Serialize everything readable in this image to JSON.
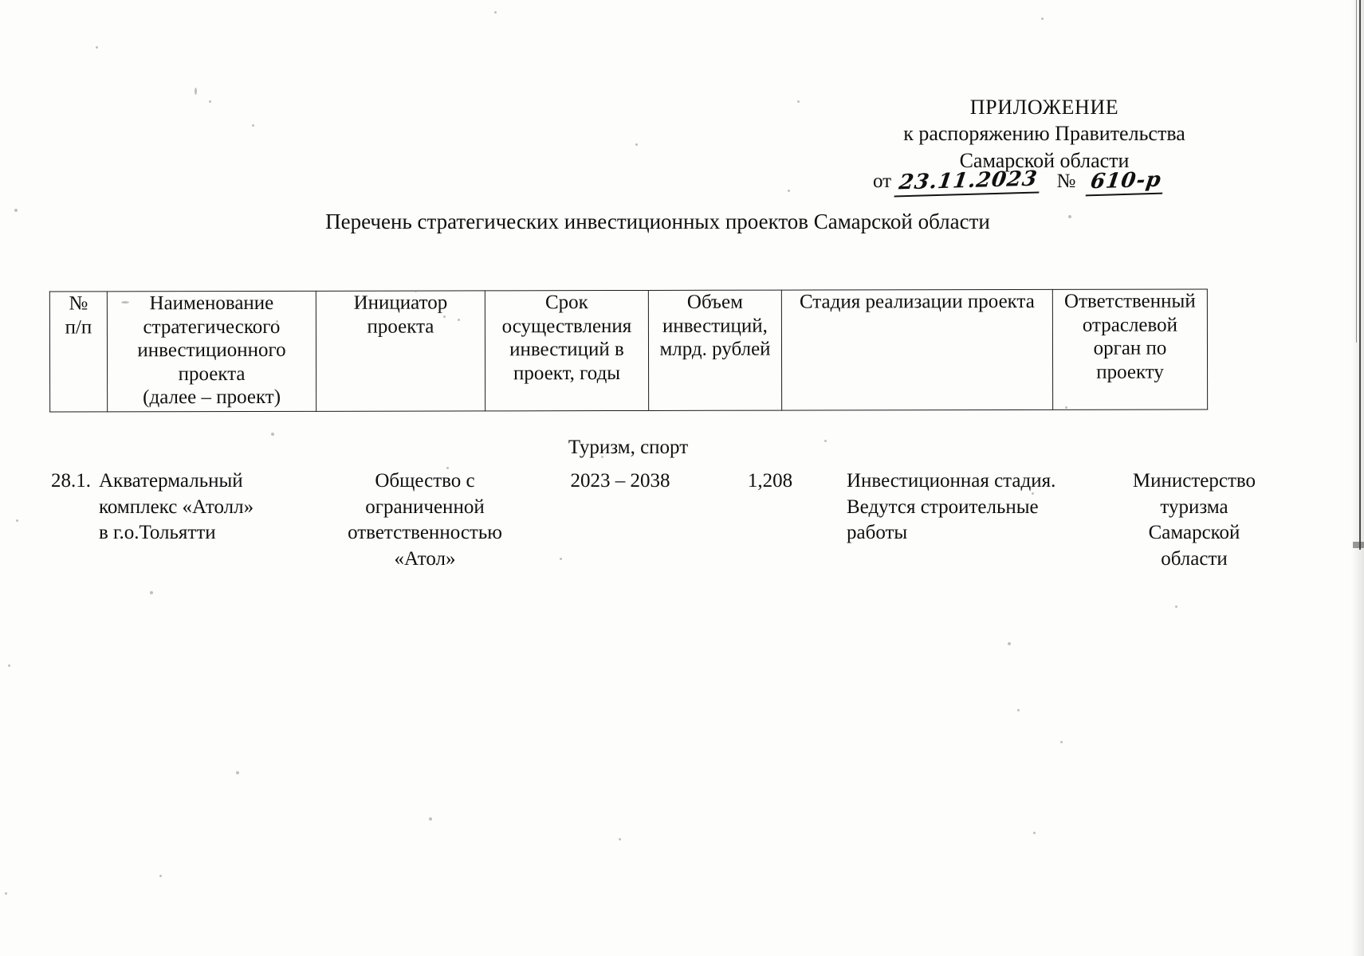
{
  "header": {
    "appendix": "ПРИЛОЖЕНИЕ",
    "to_order": "к распоряжению Правительства",
    "region": "Самарской области",
    "date_label": "от",
    "date_value": "23.11.2023",
    "number_label": "№",
    "number_value": "610-р"
  },
  "title": "Перечень стратегических инвестиционных проектов Самарской области",
  "table": {
    "columns": [
      {
        "key": "num",
        "label_line1": "№",
        "label_line2": "п/п"
      },
      {
        "key": "name",
        "label": "Наименование стратегического инвестиционного проекта (далее – проект)"
      },
      {
        "key": "init",
        "label": "Инициатор проекта"
      },
      {
        "key": "term",
        "label": "Срок осуществления инвестиций в проект, годы"
      },
      {
        "key": "vol",
        "label": "Объем инвестиций, млрд. рублей"
      },
      {
        "key": "stage",
        "label": "Стадия реализации проекта"
      },
      {
        "key": "org",
        "label": "Ответственный отраслевой орган по проекту"
      }
    ],
    "header_lines": {
      "num": [
        "№",
        "п/п"
      ],
      "name": [
        "Наименование",
        "стратегического",
        "инвестиционного",
        "проекта",
        "(далее – проект)"
      ],
      "init": [
        "Инициатор",
        "проекта"
      ],
      "term": [
        "Срок",
        "осуществления",
        "инвестиций в",
        "проект, годы"
      ],
      "vol": [
        "Объем",
        "инвестиций,",
        "млрд. рублей"
      ],
      "stage": [
        "Стадия реализации проекта"
      ],
      "org": [
        "Ответственный",
        "отраслевой",
        "орган по",
        "проекту"
      ]
    },
    "section_row": "Туризм, спорт",
    "rows": [
      {
        "num": "28.1.",
        "name_lines": [
          "Акватермальный",
          "комплекс «Атолл»",
          "в г.о.Тольятти"
        ],
        "init_lines": [
          "Общество с",
          "ограниченной",
          "ответственностью",
          "«Атол»"
        ],
        "term": "2023 – 2038",
        "volume": "1,208",
        "stage_lines": [
          "Инвестиционная стадия.",
          "Ведутся строительные",
          "работы"
        ],
        "org_lines": [
          "Министерство",
          "туризма",
          "Самарской",
          "области"
        ]
      }
    ]
  }
}
